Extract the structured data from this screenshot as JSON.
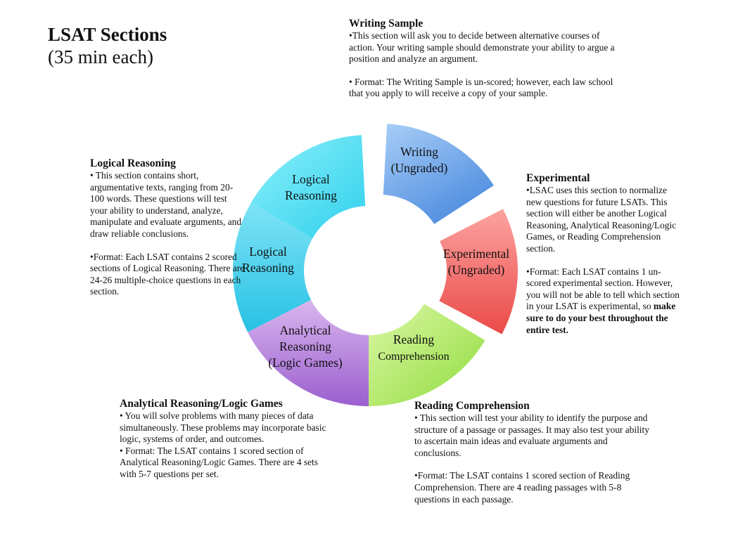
{
  "title": "LSAT Sections",
  "subtitle": "(35 min each)",
  "writing": {
    "heading": "Writing Sample",
    "p1": "•This section will ask you to decide between alternative courses of action.  Your writing sample should demonstrate your ability to argue a position and analyze an argument.",
    "p2": "• Format: The Writing Sample is un-scored; however, each law school that you apply to will receive a copy of your sample."
  },
  "experimental": {
    "heading": "Experimental",
    "p1": "•LSAC uses this section to normalize new questions for future LSATs.  This section will either be another Logical Reasoning, Analytical Reasoning/Logic Games, or Reading Comprehension section.",
    "p2a": "•Format: Each LSAT contains 1 un-scored experimental section. However, you will not be able to tell which section in your LSAT is experimental, so ",
    "p2b": "make sure to do your best throughout the entire test."
  },
  "logical": {
    "heading": "Logical Reasoning",
    "p1": "• This section contains short, argumentative texts, ranging from 20-100 words.  These questions will test your ability to understand, analyze, manipulate and evaluate arguments, and draw reliable conclusions.",
    "p2": "•Format: Each LSAT contains 2 scored sections of Logical Reasoning.  There are 24-26 multiple-choice questions in each section."
  },
  "analytical": {
    "heading": "Analytical Reasoning/Logic Games",
    "p1": "• You will solve problems with many pieces of data simultaneously.  These problems may incorporate basic logic, systems of order, and outcomes.",
    "p2": "• Format: The LSAT contains 1 scored section of Analytical Reasoning/Logic Games.  There are 4 sets with 5-7 questions per set."
  },
  "reading": {
    "heading": "Reading Comprehension",
    "p1": "• This section will test your ability to identify the purpose and structure of a passage or passages.  It may also test your ability to ascertain main ideas and evaluate arguments and conclusions.",
    "p2": "•Format:  The LSAT contains 1 scored section of Reading Comprehension.  There are 4 reading passages with 5-8 questions in each passage."
  },
  "segments": [
    {
      "id": "writing",
      "lines": [
        "Writing",
        "(Ungraded)"
      ],
      "color_light": "#a9cdf7",
      "color_dark": "#4f8ee0"
    },
    {
      "id": "experimental",
      "lines": [
        "Experimental",
        "(Ungraded)"
      ],
      "color_light": "#fca3a0",
      "color_dark": "#ea4a48"
    },
    {
      "id": "reading",
      "lines": [
        "Reading",
        "Comprehension"
      ],
      "color_light": "#dcf7a6",
      "color_dark": "#8fdc3c"
    },
    {
      "id": "analytical",
      "lines": [
        "Analytical",
        "Reasoning",
        "(Logic Games)"
      ],
      "color_light": "#d9b6ee",
      "color_dark": "#9b5fcf"
    },
    {
      "id": "logical-2",
      "lines": [
        "Logical",
        "Reasoning"
      ],
      "color_light": "#7fe3f6",
      "color_dark": "#27c1e4"
    },
    {
      "id": "logical-1",
      "lines": [
        "Logical",
        "Reasoning"
      ],
      "color_light": "#8cf0fb",
      "color_dark": "#2fd0ec"
    }
  ]
}
